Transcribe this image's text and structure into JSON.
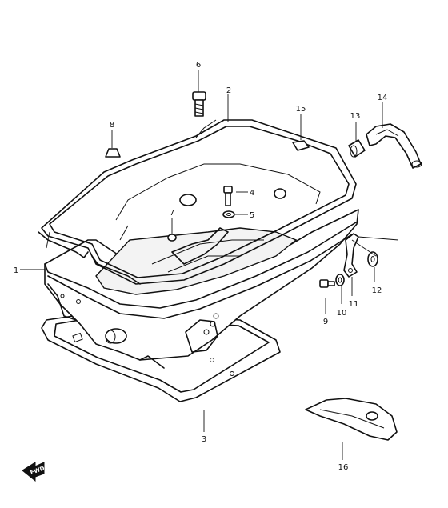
{
  "callouts": {
    "c1": "1",
    "c2": "2",
    "c3": "3",
    "c4": "4",
    "c5": "5",
    "c6": "6",
    "c7": "7",
    "c8": "8",
    "c9": "9",
    "c10": "10",
    "c11": "11",
    "c12": "12",
    "c13": "13",
    "c14": "14",
    "c15": "15",
    "c16": "16"
  },
  "forward_marker": "FWD",
  "colors": {
    "line": "#111111",
    "background": "#ffffff"
  }
}
